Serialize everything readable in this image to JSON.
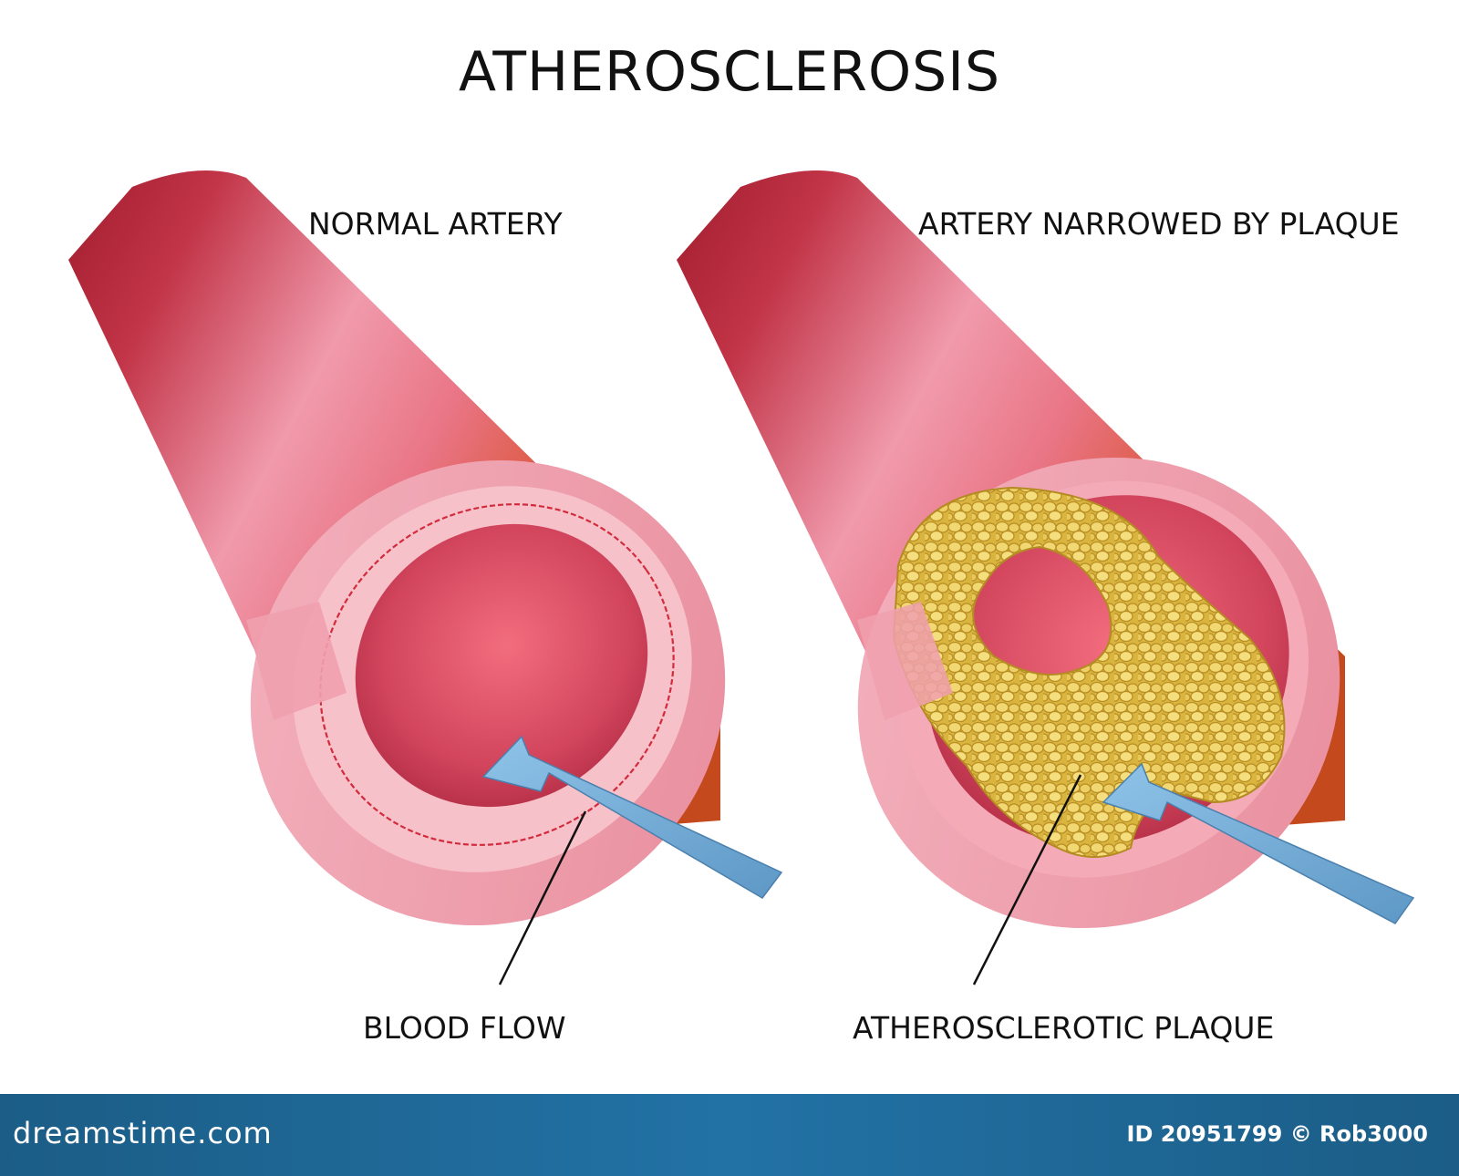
{
  "title": "ATHEROSCLEROSIS",
  "panels": {
    "normal": {
      "label": "NORMAL ARTERY"
    },
    "narrowed": {
      "label": "ARTERY NARROWED BY PLAQUE"
    }
  },
  "callouts": {
    "blood_flow": "BLOOD FLOW",
    "plaque": "ATHEROSCLEROTIC PLAQUE"
  },
  "footer": {
    "site": "dreamstime.com",
    "id": "ID 20951799 © Rob3000"
  },
  "colors": {
    "artery_dark": "#9e1b2c",
    "artery_mid": "#e4677a",
    "artery_light": "#f4a7b4",
    "orange_edge": "#d95d2e",
    "wall_pink": "#f3a8b5",
    "lumen": "#d84a66",
    "plaque": "#e6c552",
    "arrow": "#7fb3dc",
    "footer_bar": "#1f6a9b"
  }
}
